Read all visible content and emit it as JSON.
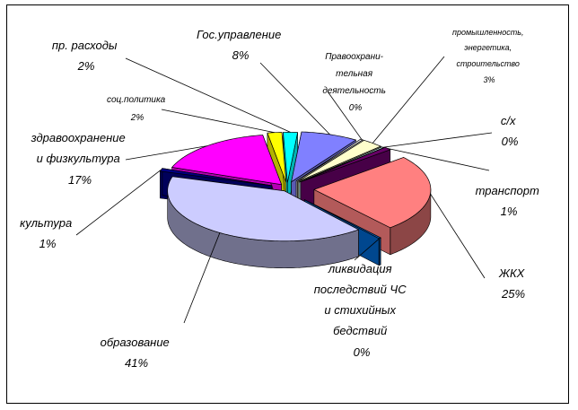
{
  "chart_data": {
    "type": "pie",
    "three_d": true,
    "slices": [
      {
        "label_lines": [
          "Гос.управление",
          "8%"
        ],
        "value": 8,
        "color": "#8080ff"
      },
      {
        "label_lines": [
          "Правоохрани-",
          "тельная",
          "деятельность",
          "0%"
        ],
        "value": 0,
        "color": "#ffffff"
      },
      {
        "label_lines": [
          "промышленность,",
          "энергетика,",
          "строительство",
          "3%"
        ],
        "value": 3,
        "color": "#ffffcc"
      },
      {
        "label_lines": [
          "с/х",
          "0%"
        ],
        "value": 0,
        "color": "#ccffff"
      },
      {
        "label_lines": [
          "транспорт",
          "1%"
        ],
        "value": 1,
        "color": "#660066"
      },
      {
        "label_lines": [
          "ЖКХ",
          "25%"
        ],
        "value": 25,
        "color": "#ff8080"
      },
      {
        "label_lines": [
          "ликвидация",
          "последствий ЧС",
          "и стихийных",
          "бедствий",
          "0%"
        ],
        "value": 0,
        "color": "#0066cc"
      },
      {
        "label_lines": [
          "образование",
          "41%"
        ],
        "value": 41,
        "color": "#ccccff"
      },
      {
        "label_lines": [
          "культура",
          "1%"
        ],
        "value": 1,
        "color": "#000080"
      },
      {
        "label_lines": [
          "здравоохранение",
          "и физкультура",
          "17%"
        ],
        "value": 17,
        "color": "#ff00ff"
      },
      {
        "label_lines": [
          "соц.политика",
          "2%"
        ],
        "value": 2,
        "color": "#ffff00"
      },
      {
        "label_lines": [
          "пр. расходы",
          "2%"
        ],
        "value": 2,
        "color": "#00ffff"
      }
    ]
  }
}
